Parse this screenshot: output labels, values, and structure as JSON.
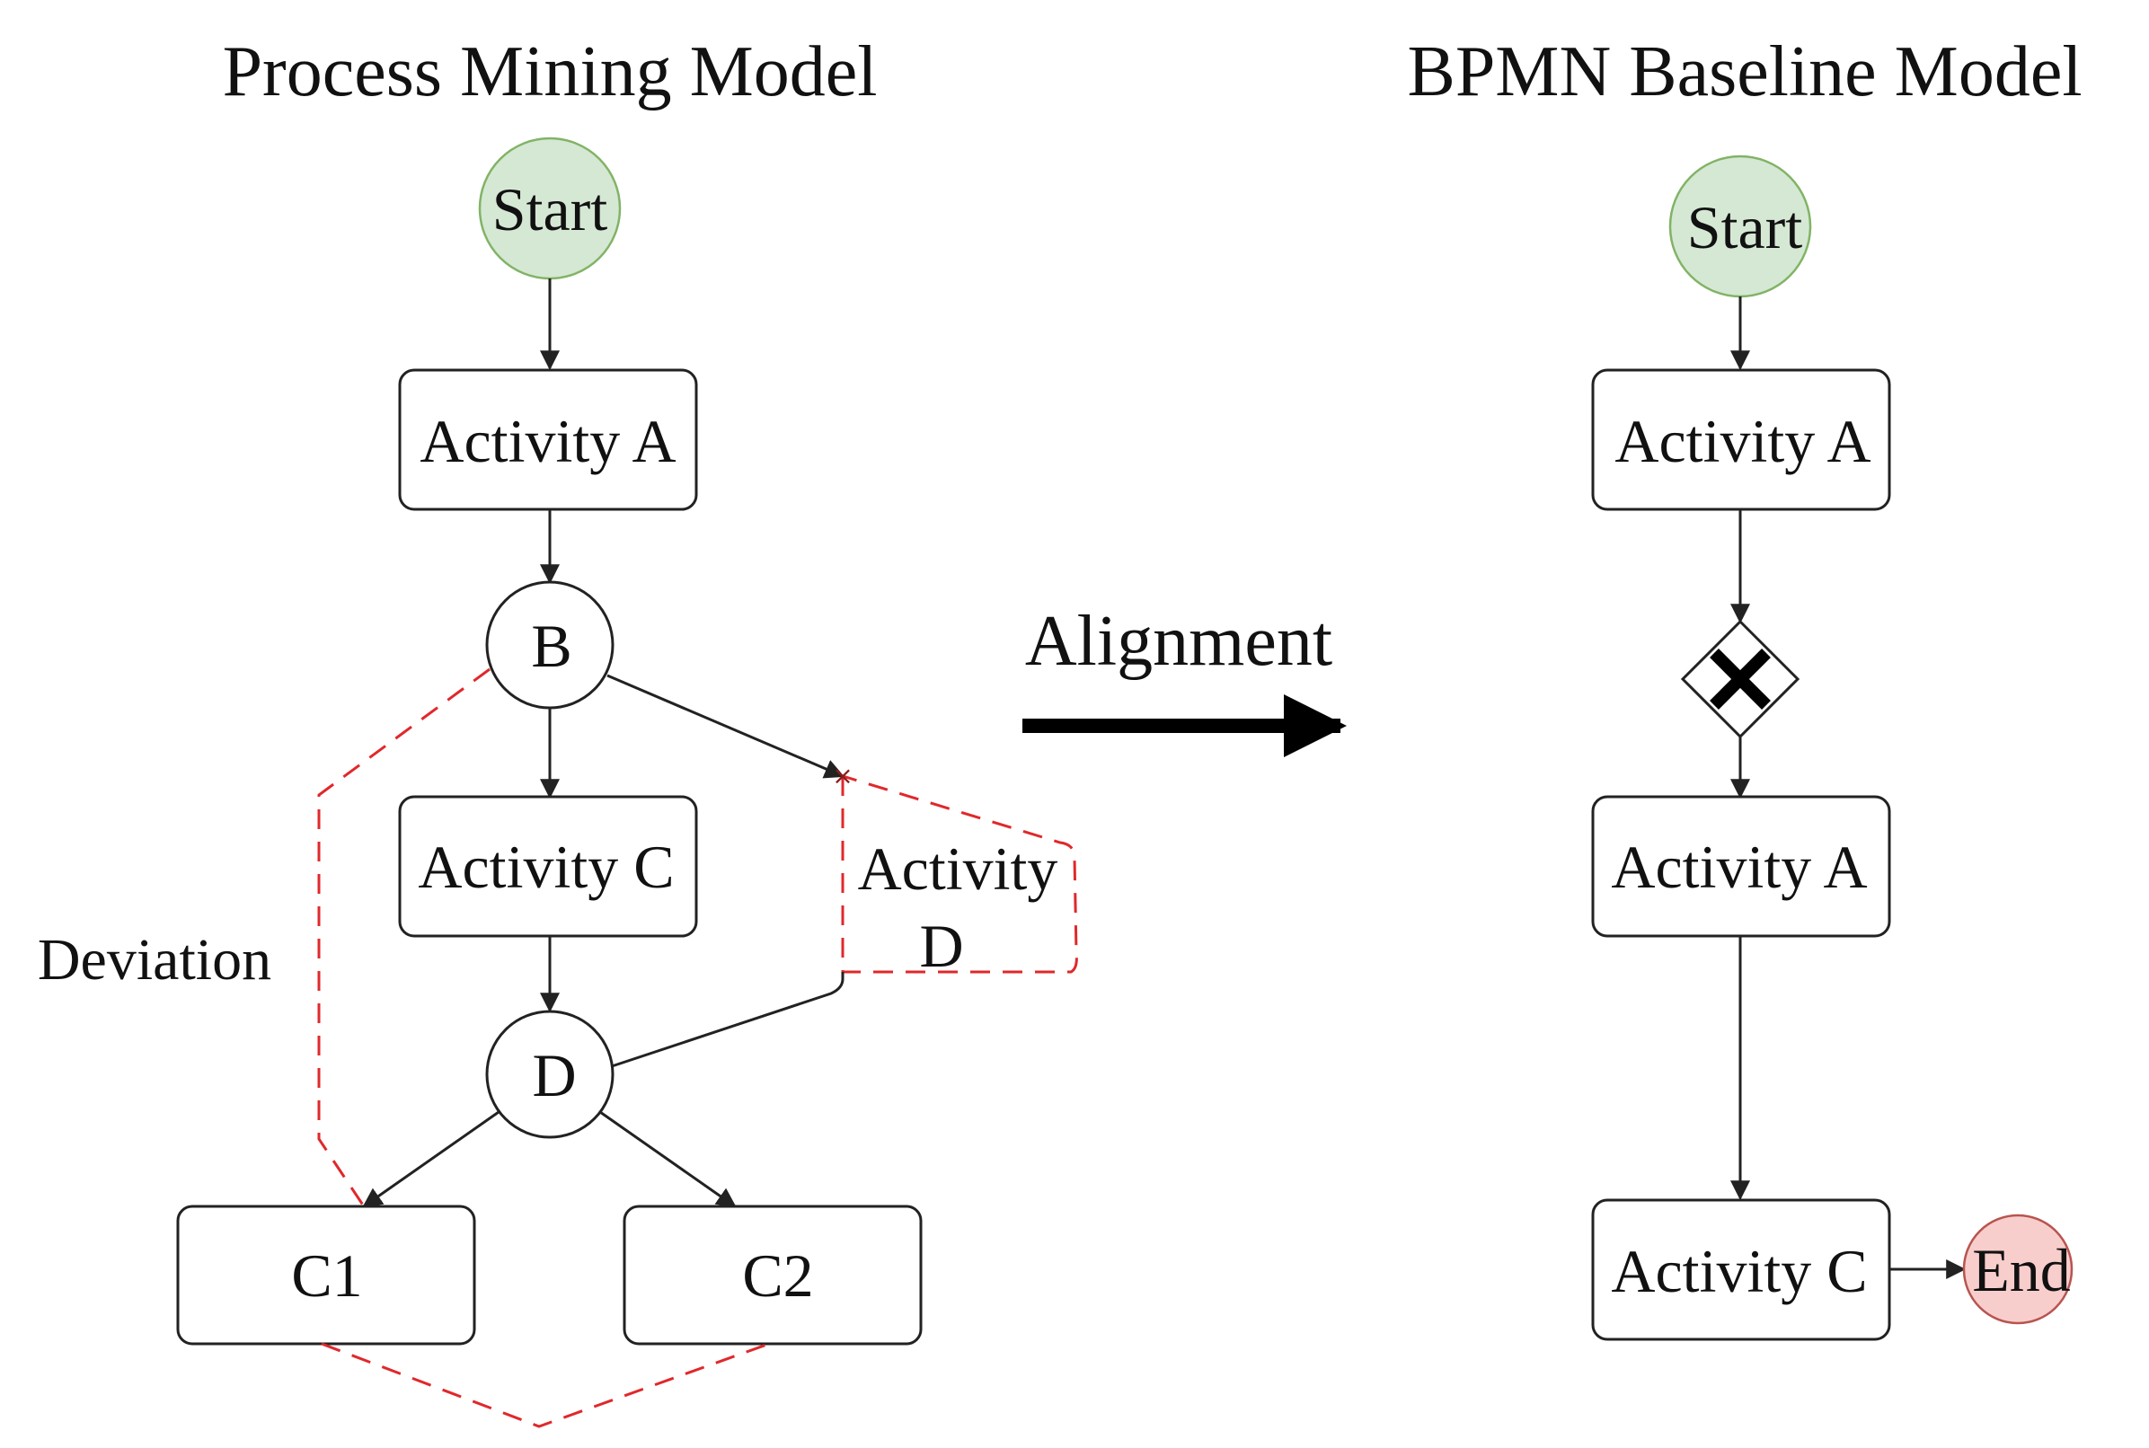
{
  "left_model": {
    "title": "Process Mining Model",
    "start": "Start",
    "activity_a": "Activity A",
    "gateway_b": "B",
    "activity_c": "Activity C",
    "activity_d_line1": "Activity",
    "activity_d_line2": "D",
    "gateway_d": "D",
    "c1": "C1",
    "c2": "C2",
    "deviation_label": "Deviation"
  },
  "alignment_label": "Alignment",
  "right_model": {
    "title": "BPMN Baseline Model",
    "start": "Start",
    "activity_a_top": "Activity A",
    "activity_a_bottom": "Activity A",
    "activity_c": "Activity C",
    "end": "End"
  },
  "colors": {
    "start_fill": "#d5e8d4",
    "start_stroke": "#82b366",
    "end_fill": "#f8cecc",
    "end_stroke": "#b85450",
    "deviation": "#e0282b",
    "line": "#222222"
  }
}
